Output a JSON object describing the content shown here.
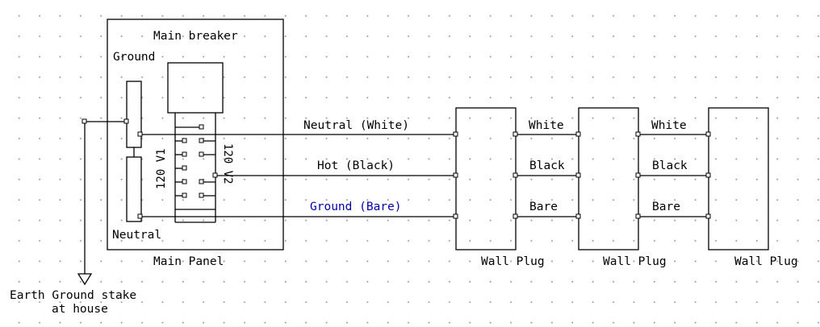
{
  "labels": {
    "main_breaker": "Main breaker",
    "ground": "Ground",
    "neutral": "Neutral",
    "main_panel": "Main Panel",
    "v1": "120 V1",
    "v2": "120 V2",
    "neutral_wire": "Neutral (White)",
    "hot_wire": "Hot (Black)",
    "ground_wire": "Ground (Bare)",
    "earth_line1": "Earth Ground stake",
    "earth_line2": "at house"
  },
  "segments": [
    {
      "white": "White",
      "black": "Black",
      "bare": "Bare"
    },
    {
      "white": "White",
      "black": "Black",
      "bare": "Bare"
    }
  ],
  "plugs": [
    "Wall Plug",
    "Wall Plug",
    "Wall Plug"
  ],
  "colors": {
    "ground_wire_label": "#0000aa",
    "line": "#000000"
  }
}
